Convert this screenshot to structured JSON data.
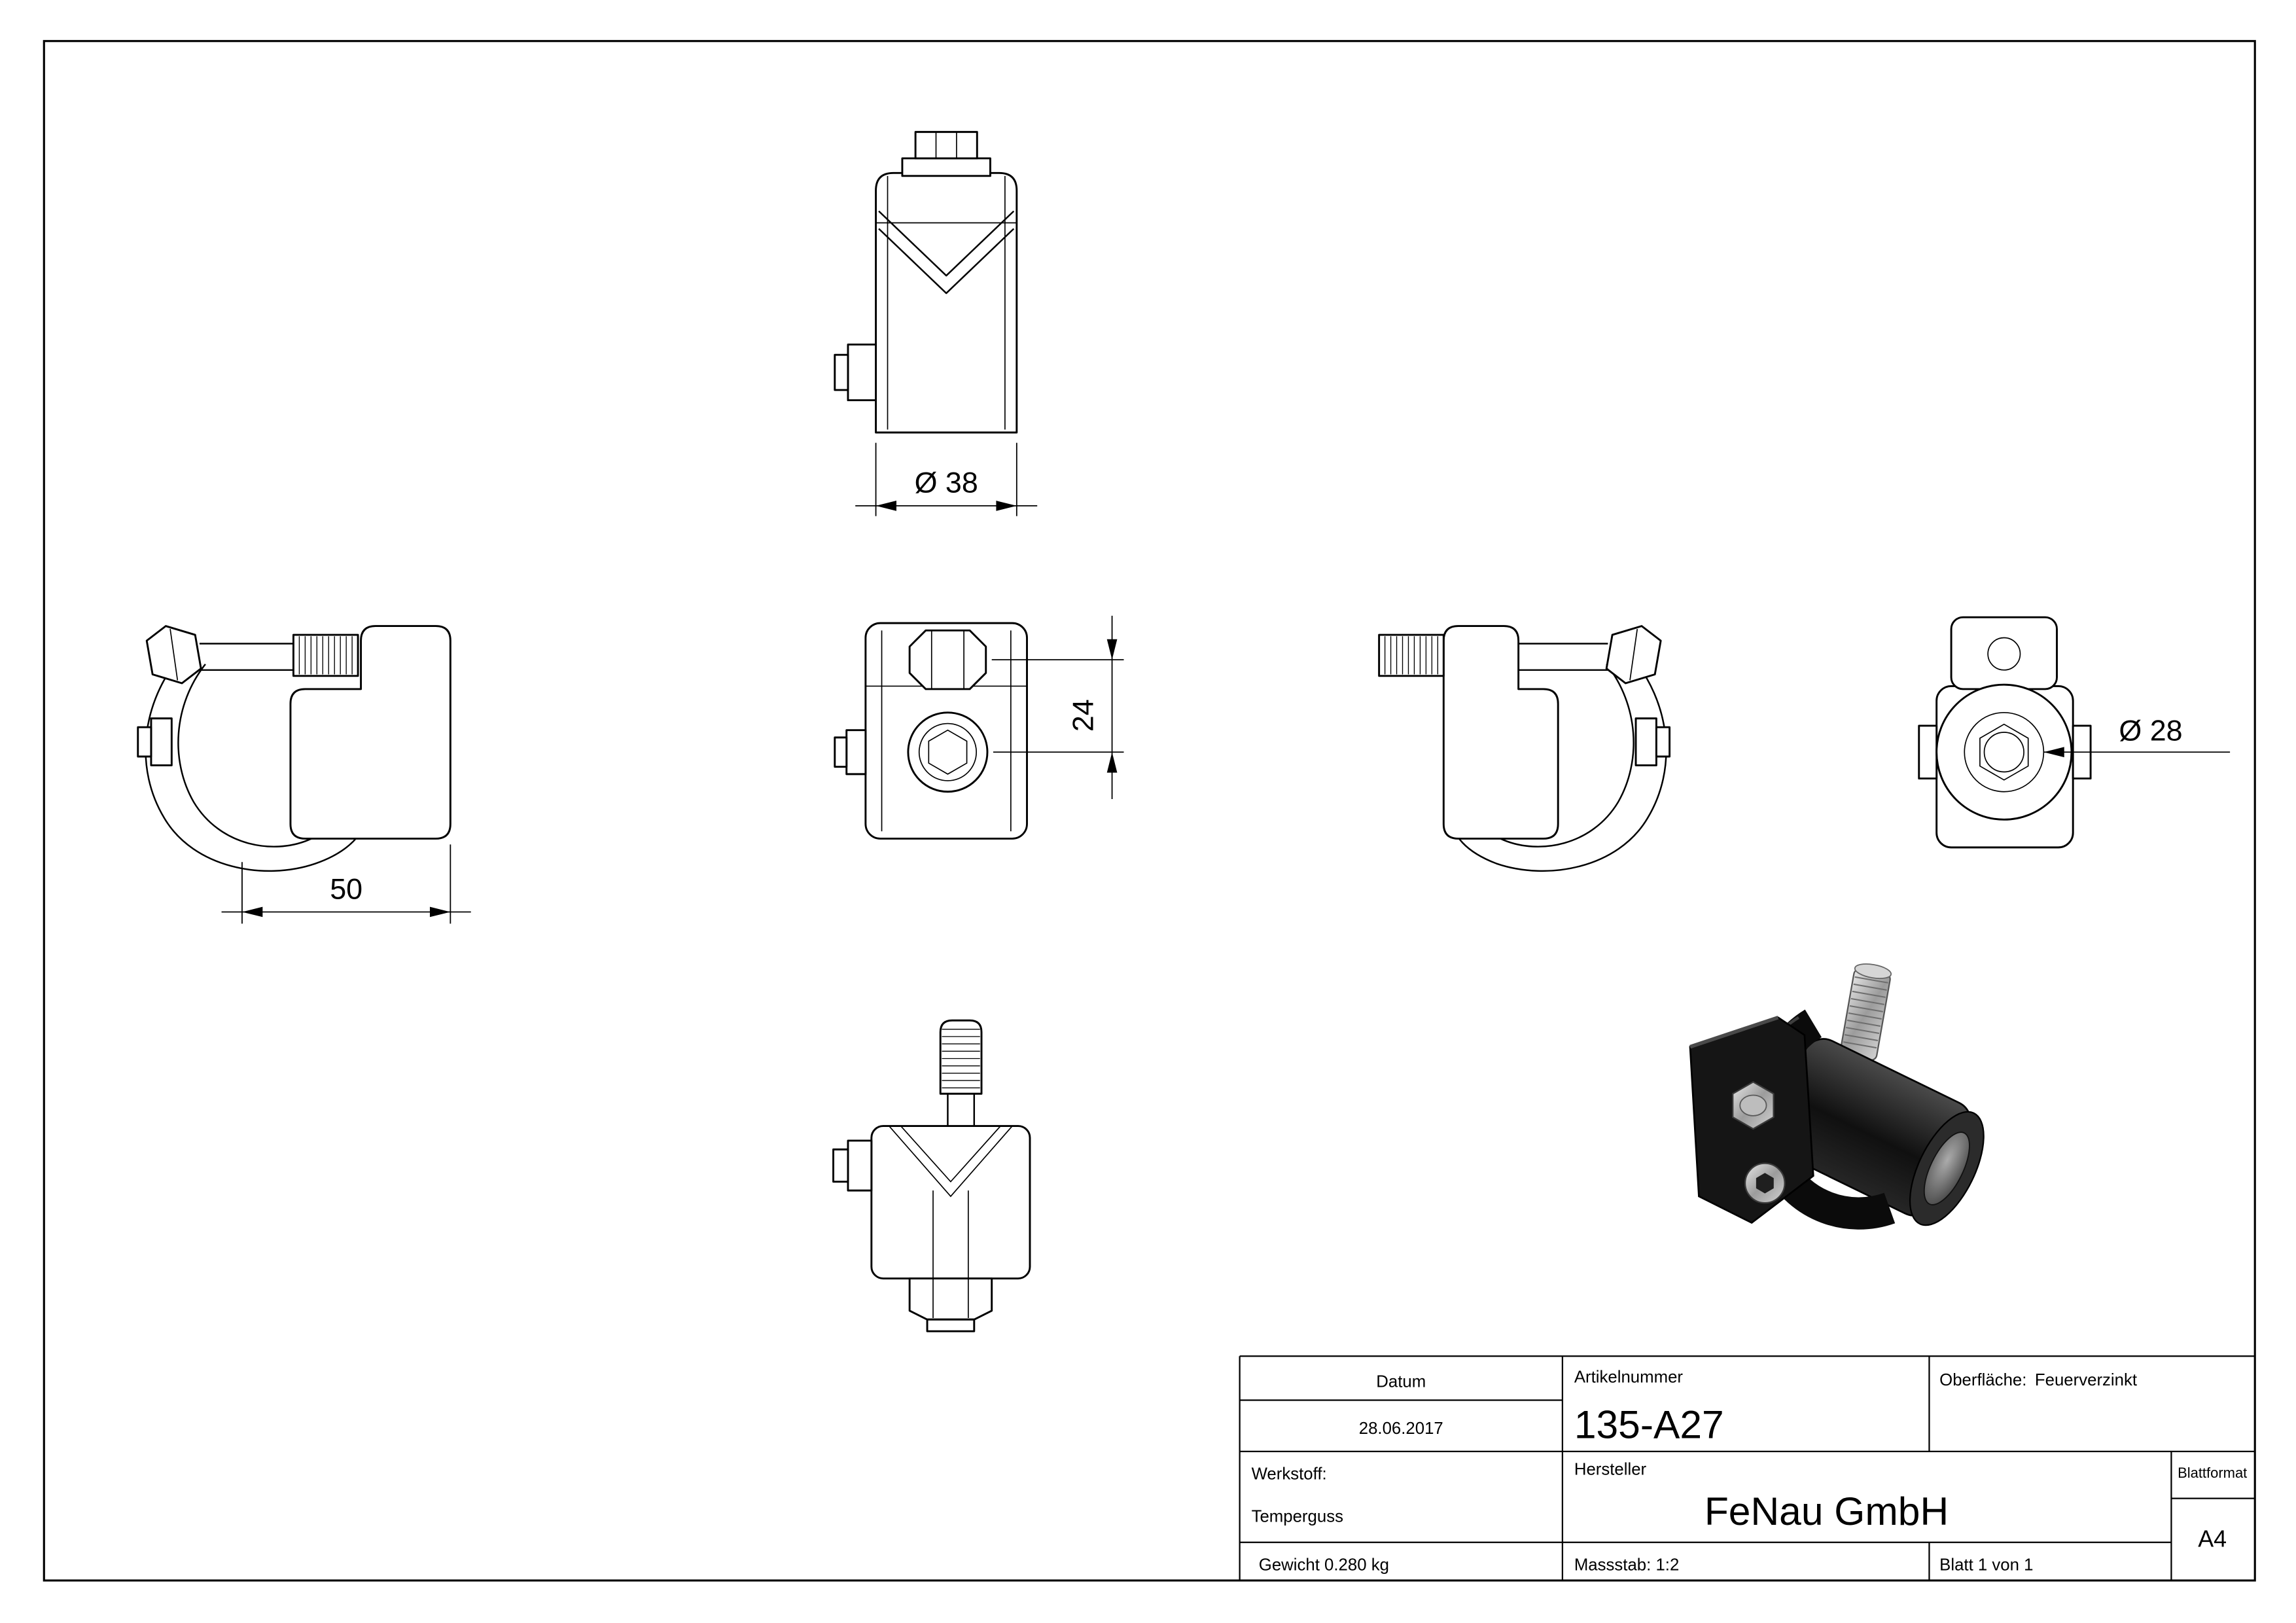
{
  "sheet": {
    "background": "#ffffff",
    "line_color": "#000000"
  },
  "dimensions": {
    "top_view_diameter": "Ø 38",
    "front_view_axis_distance": "24",
    "left_view_width": "50",
    "side_view_bore_diameter": "Ø 28"
  },
  "title_block": {
    "datum": {
      "label": "Datum",
      "value": "28.06.2017"
    },
    "artikelnummer": {
      "label": "Artikelnummer",
      "value": "135-A27"
    },
    "oberflaeche": {
      "label": "Oberfläche:",
      "value": "Feuerverzinkt"
    },
    "werkstoff": {
      "label": "Werkstoff:",
      "value": "Temperguss"
    },
    "hersteller": {
      "label": "Hersteller",
      "value": "FeNau GmbH"
    },
    "blattformat": {
      "label": "Blattformat",
      "value": "A4"
    },
    "gewicht": "Gewicht 0.280 kg",
    "massstab": "Massstab: 1:2",
    "blatt": "Blatt 1 von 1"
  }
}
